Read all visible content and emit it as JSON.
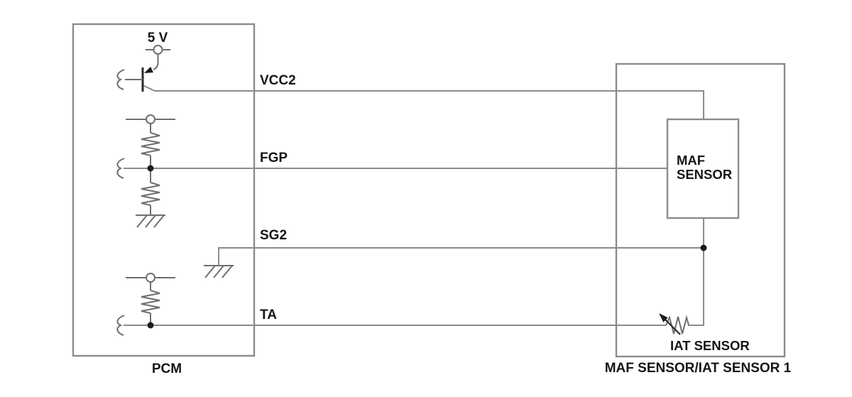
{
  "diagram": {
    "title_context": "PCM to MAF/IAT sensor wiring schematic",
    "colors": {
      "background": "#ffffff",
      "wire": "#8b8b8b",
      "component": "#6f6f6f",
      "ink": "#1c1c1c",
      "text": "#161616"
    },
    "supply": {
      "label": "5 V"
    },
    "pcm": {
      "label": "PCM"
    },
    "right_module": {
      "label": "MAF SENSOR/IAT SENSOR 1"
    },
    "maf_box": {
      "line1": "MAF",
      "line2": "SENSOR"
    },
    "iat": {
      "label": "IAT SENSOR"
    },
    "pins": [
      {
        "label": "VCC2"
      },
      {
        "label": "FGP"
      },
      {
        "label": "SG2"
      },
      {
        "label": "TA"
      }
    ]
  }
}
